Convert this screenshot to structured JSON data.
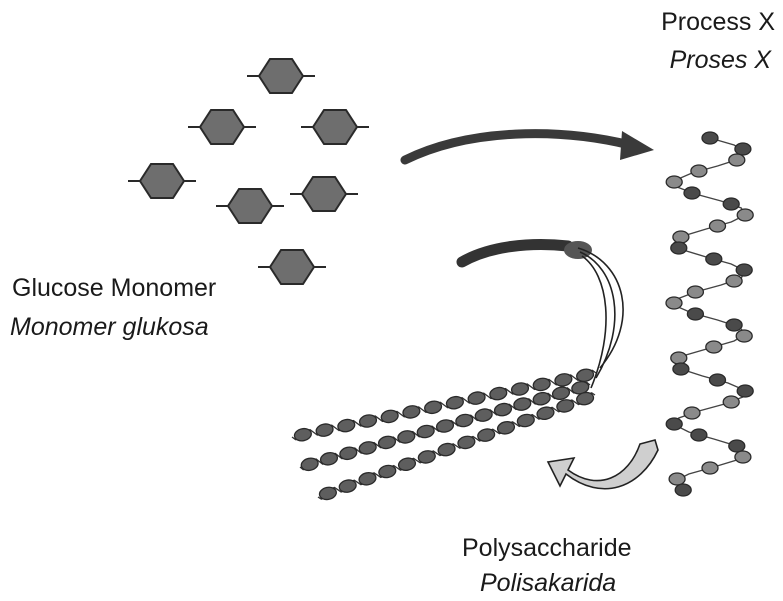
{
  "labels": {
    "process_en": "Process X",
    "process_ms": "Proses X",
    "monomer_en": "Glucose  Monomer",
    "monomer_ms": "Monomer glukosa",
    "polysaccharide_en": "Polysaccharide",
    "polysaccharide_ms": "Polisakarida"
  },
  "colors": {
    "unit_fill": "#6e6e6e",
    "unit_stroke": "#2a2a2a",
    "arrow_dark": "#3a3a3a",
    "curl_fill": "#cfcfcf",
    "text": "#1a1a1a"
  },
  "icons": {
    "monomer": "hexagon-icon",
    "chain_unit": "oval-icon",
    "process_arrow": "curved-arrow-icon",
    "branch_arrow": "curved-arrow-icon",
    "curl_arrow": "curved-arrow-icon"
  }
}
